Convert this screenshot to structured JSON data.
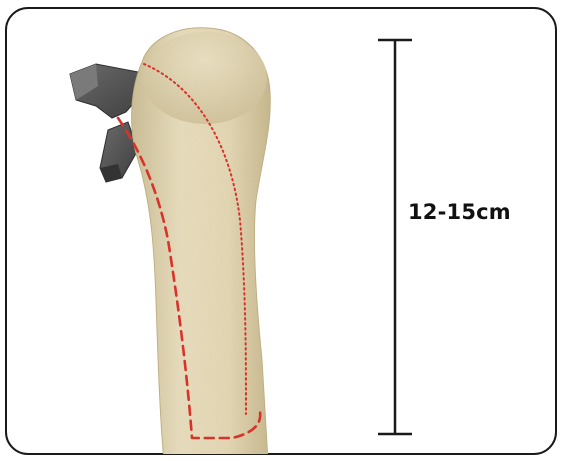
{
  "measurement": {
    "label": "12-15cm"
  },
  "colors": {
    "frame_border": "#1a1a1a",
    "bone": "#e8dcb8",
    "bone_shadow": "#c9b98e",
    "cut_line": "#d8332b",
    "tool": "#555555",
    "ruler": "#1a1a1a"
  },
  "icons": {
    "bone": "femur-bone-illustration",
    "tool": "surgical-tool-illustration",
    "ruler": "length-ruler"
  }
}
